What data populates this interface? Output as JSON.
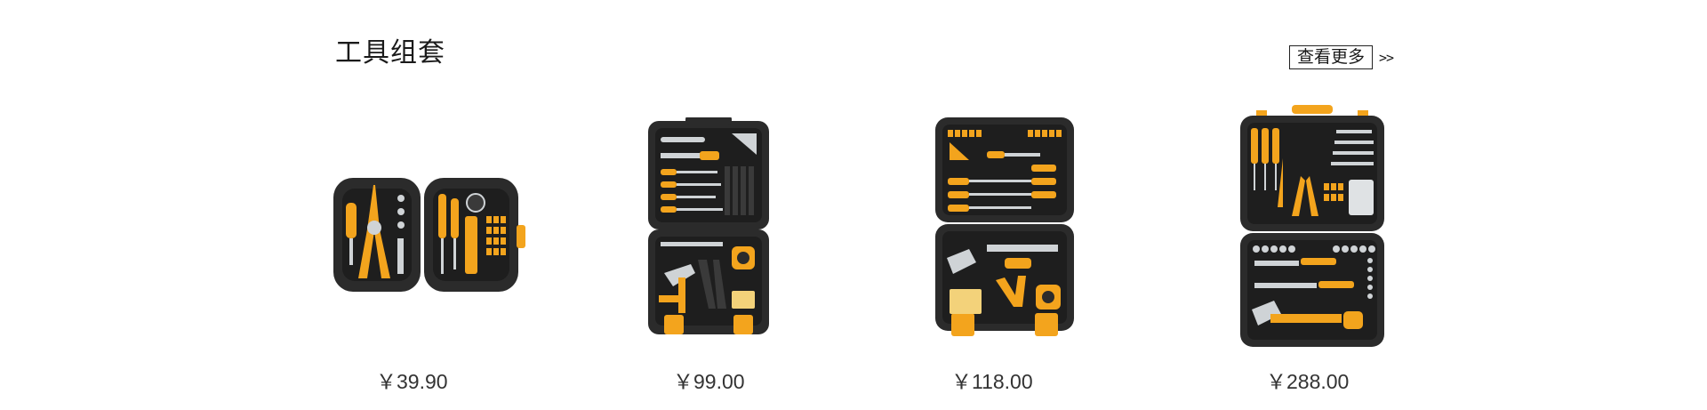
{
  "section": {
    "title": "工具组套",
    "more_label": "查看更多",
    "more_arrow": ">>"
  },
  "colors": {
    "accent": "#f3a41d",
    "case": "#2b2b2b",
    "tool_dark": "#3a3a3a",
    "steel": "#cfd3d6"
  },
  "products": [
    {
      "price": "￥39.90",
      "icon": "toolkit-small-icon"
    },
    {
      "price": "￥99.00",
      "icon": "toolkit-medium-icon"
    },
    {
      "price": "￥118.00",
      "icon": "toolkit-large-icon"
    },
    {
      "price": "￥288.00",
      "icon": "toolkit-xlarge-icon"
    }
  ]
}
